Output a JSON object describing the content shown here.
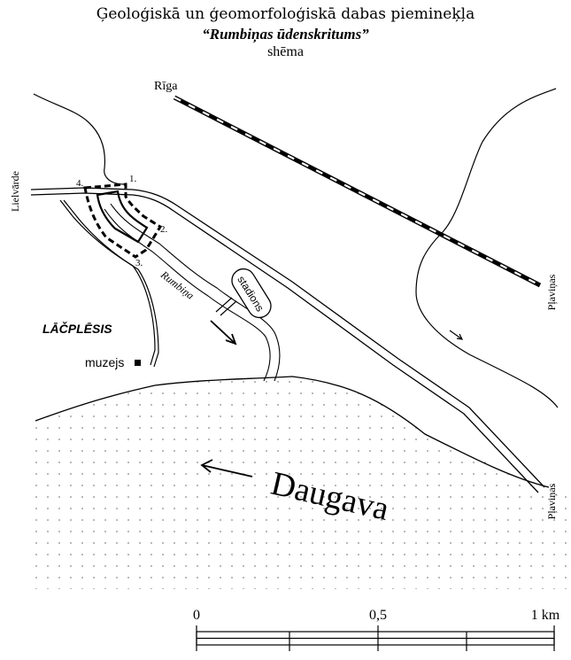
{
  "title": {
    "line1": "Ģeoloģiskā un ģeomorfoloģiskā dabas piemineķļa",
    "line2": "“Rumbiņas ūdenskritums”",
    "line3": "shēma"
  },
  "places": {
    "riga": "Rīga",
    "lielvarde": "Lielvārde",
    "plavinas_top": "Pļaviņas",
    "plavinas_bottom": "Pļaviņas",
    "lacplesis": "LĀČPLĒSIS",
    "muzejs": "muzejs",
    "stadions": "stadions",
    "rumbina": "Rumbiņa",
    "daugava": "Daugava"
  },
  "boundary_points": [
    "1.",
    "2.",
    "3.",
    "4."
  ],
  "scale_bar": {
    "labels": [
      "0",
      "0,5",
      "1 km"
    ]
  },
  "colors": {
    "ink": "#000000",
    "paper": "#ffffff",
    "dots": "#888888"
  }
}
